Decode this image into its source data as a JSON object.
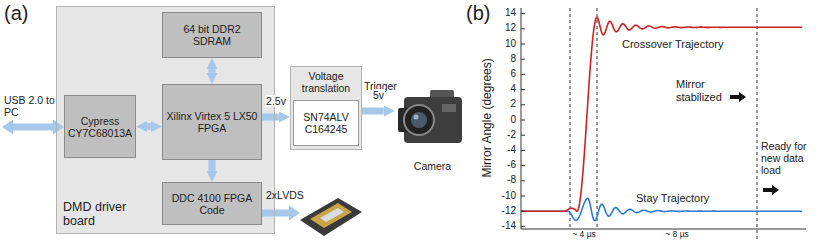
{
  "diagram": {
    "nodes": [
      {
        "text": [
          "DMD driver board"
        ]
      },
      {
        "text": [
          "64 bit DDR2 SDRAM"
        ],
        "in": 0
      },
      {
        "text": [
          "Cypress CY7C68013A"
        ],
        "in": 0
      },
      {
        "text": [
          "Xilinx Virtex 5 LX50 FPGA"
        ],
        "in": 0
      },
      {
        "text": [
          "DDC 4100 FPGA Code"
        ],
        "in": 0
      },
      {
        "text": [
          "Voltage translation"
        ]
      },
      {
        "text": [
          "SN74ALV C164245"
        ],
        "in": 5
      },
      {
        "text": [
          "Camera"
        ]
      }
    ],
    "edges": [
      {
        "from": 2,
        "to": 3,
        "arrow": "both"
      },
      {
        "from": 3,
        "to": 1,
        "arrow": "both"
      },
      {
        "from": 3,
        "to": 4,
        "arrow": "to"
      },
      {
        "from": 3,
        "to": 5,
        "arrow": "to",
        "label": "2.5v"
      },
      {
        "from": 5,
        "to": 7,
        "arrow": "to",
        "label": "5v"
      }
    ],
    "labels": [
      "(a)",
      "USB 2.0 to PC",
      "Trigger",
      "2xLVDS",
      "(b)",
      "Mirror Angle (degrees)",
      "14",
      "12",
      "10",
      "8",
      "6",
      "4",
      "2",
      "0",
      "-2",
      "-4",
      "-6",
      "-8",
      "-10",
      "-12",
      "-14",
      "Crossover Trajectory",
      "Stay Trajectory",
      "Mirror stabilized",
      "Ready for new data load",
      "~ 4 µs",
      "~ 8 µs"
    ]
  }
}
